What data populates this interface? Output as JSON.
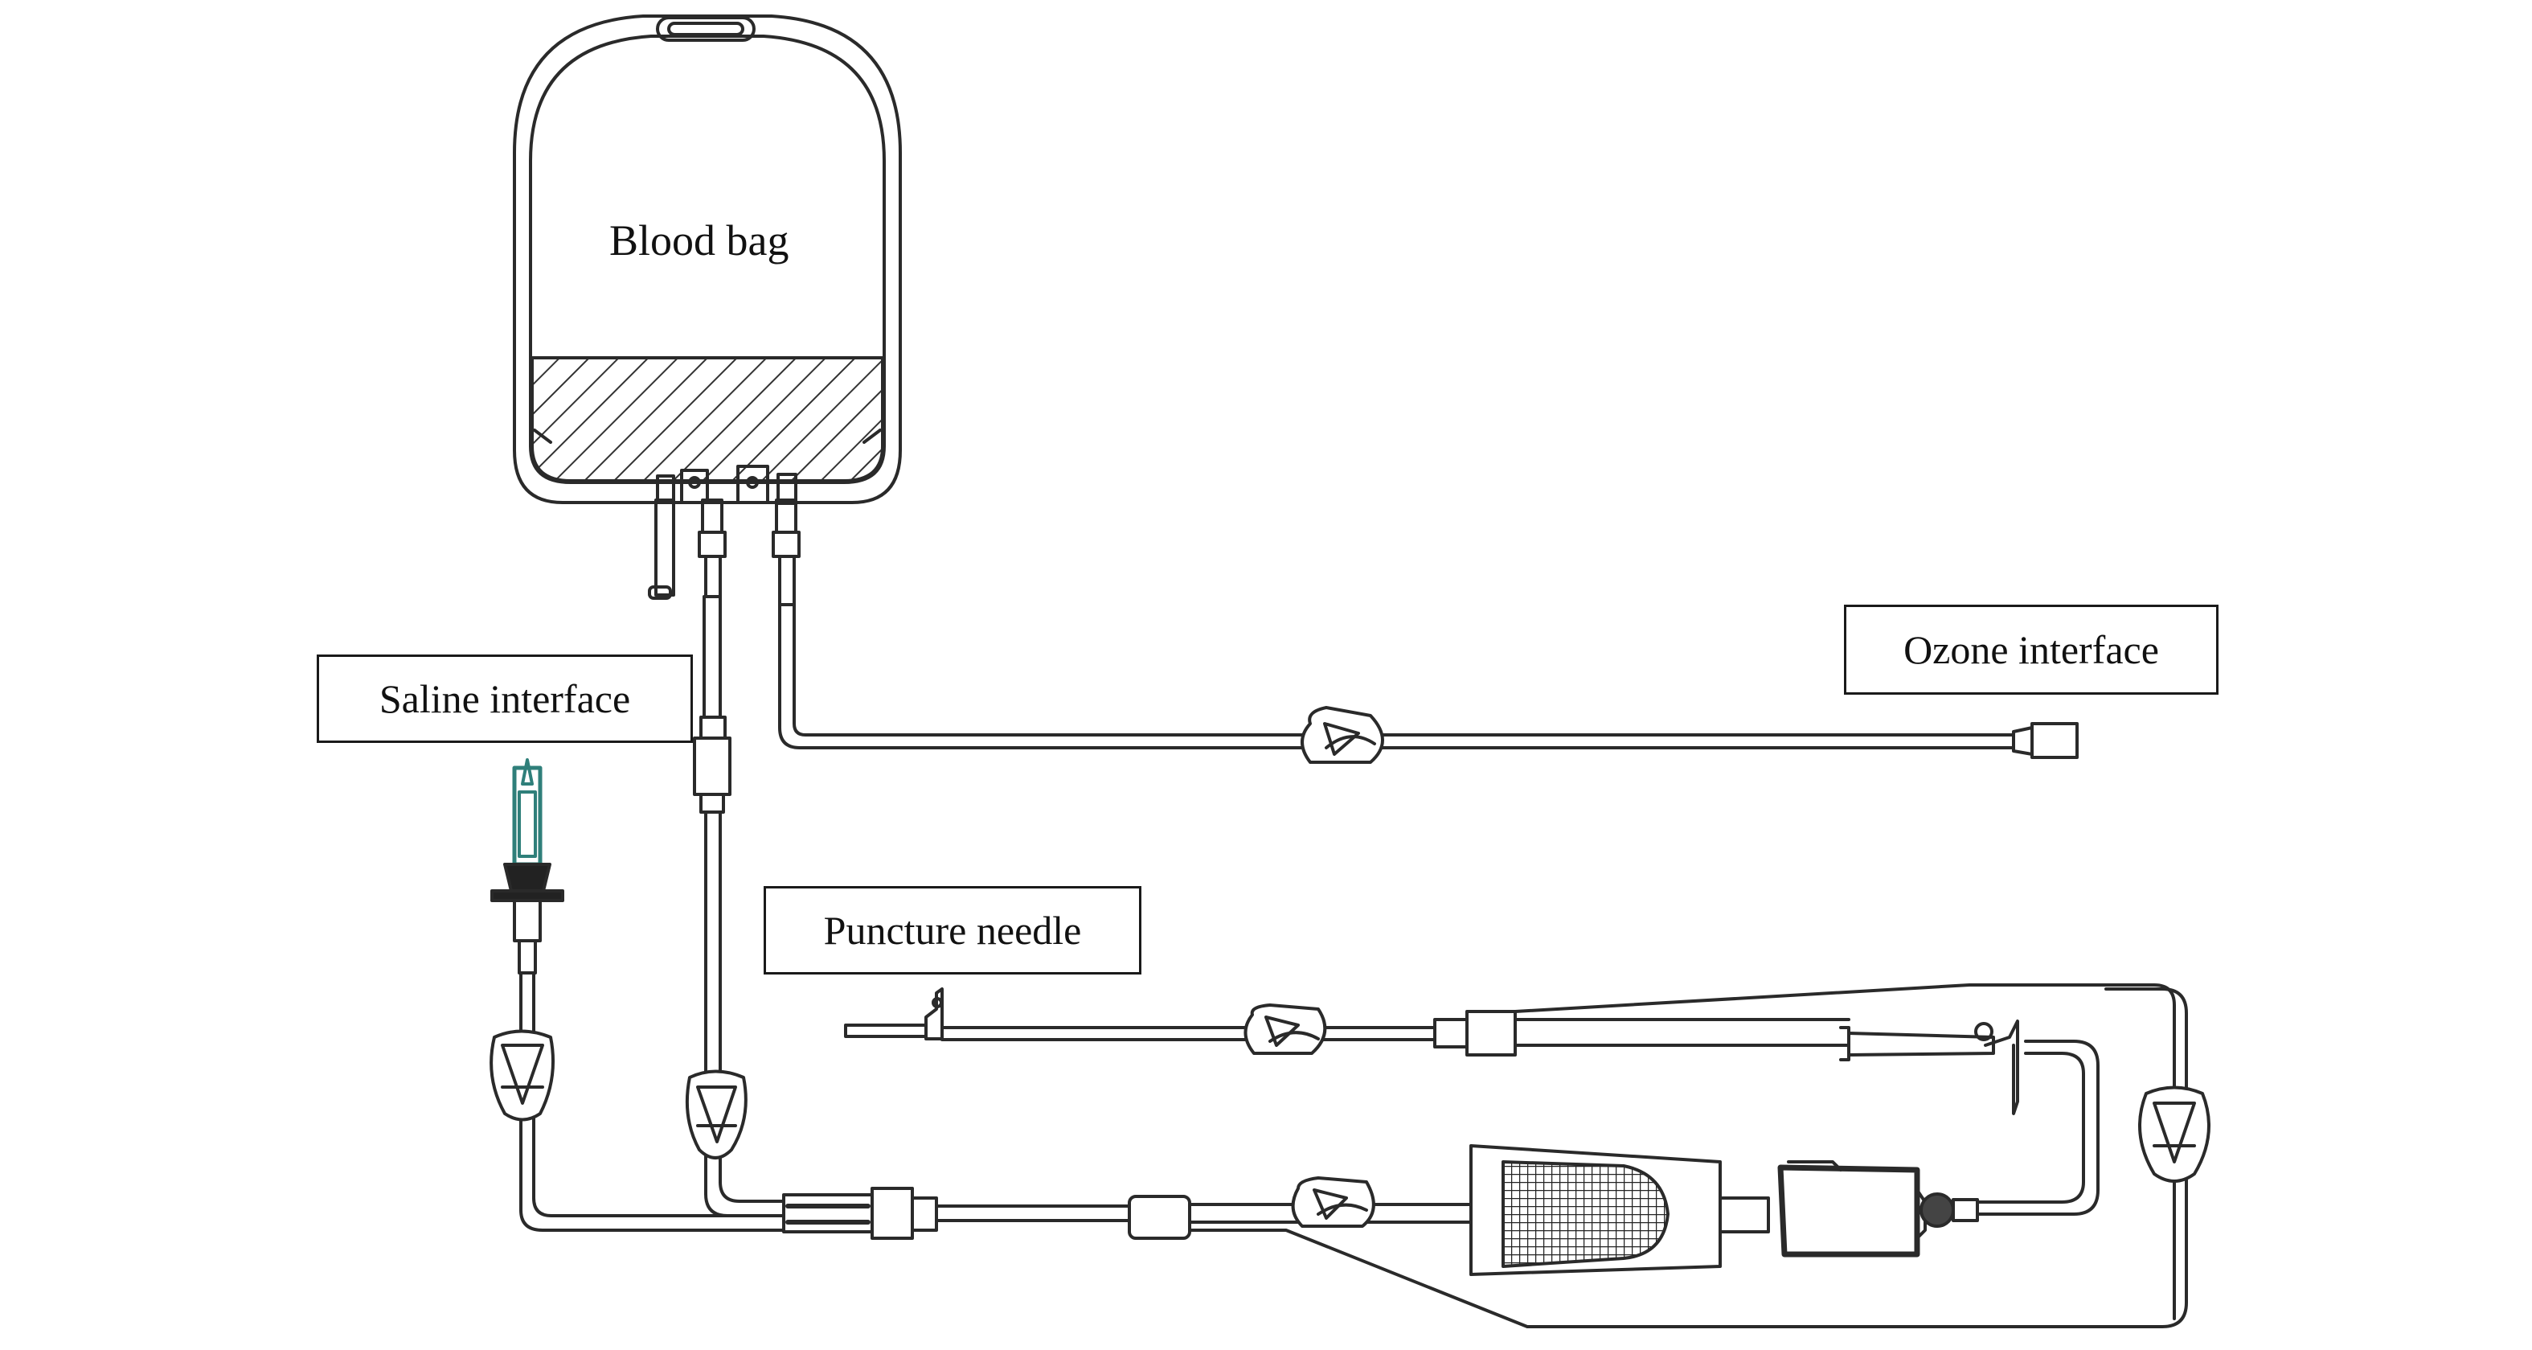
{
  "labels": {
    "blood_bag": "Blood bag",
    "saline_interface": "Saline interface",
    "ozone_interface": "Ozone interface",
    "puncture_needle": "Puncture needle"
  },
  "colors": {
    "stroke": "#2a2a2a",
    "spike_accent": "#2f7f7a",
    "background": "#ffffff"
  }
}
